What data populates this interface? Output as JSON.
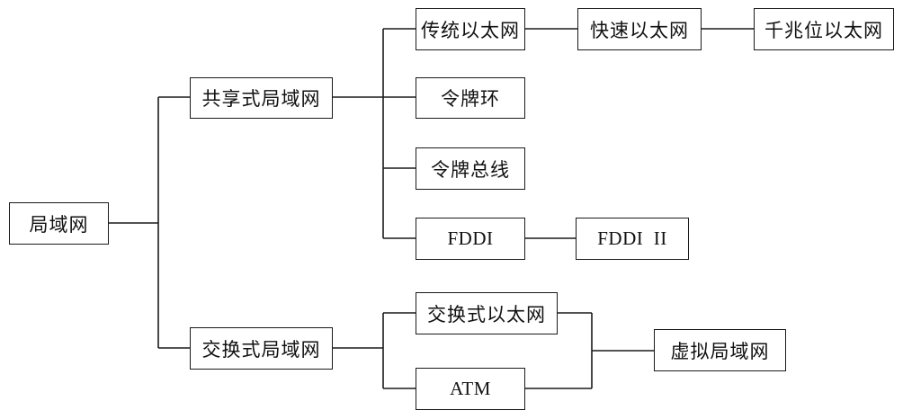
{
  "diagram": {
    "root": "局域网",
    "shared": {
      "label": "共享式局域网",
      "children": [
        "传统以太网",
        "令牌环",
        "令牌总线",
        "FDDI"
      ],
      "ethernet_chain": [
        "快速以太网",
        "千兆位以太网"
      ],
      "fddi_next": "FDDI  II"
    },
    "switched": {
      "label": "交换式局域网",
      "children": [
        "交换式以太网",
        "ATM"
      ],
      "merge": "虚拟局域网"
    }
  }
}
